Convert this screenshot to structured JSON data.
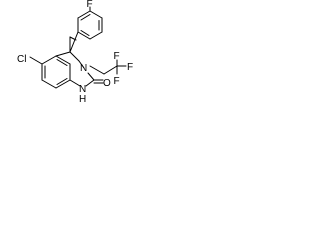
{
  "molecule": {
    "atoms": {
      "fluorine": "F",
      "chlorine": "Cl",
      "nitrogen_ring": "N",
      "nitrogen_amide": "N",
      "hydrogen_amide": "H",
      "oxygen": "O",
      "cf3_f_top": "F",
      "cf3_f_right": "F",
      "cf3_f_bottom": "F"
    },
    "colors": {
      "bond": "#000000",
      "label": "#000000",
      "background": "#ffffff"
    }
  }
}
